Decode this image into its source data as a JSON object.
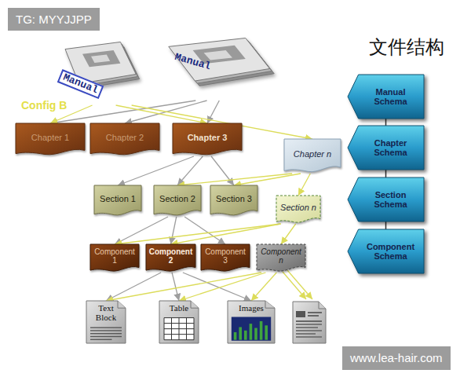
{
  "diagram": {
    "title": "文件结构",
    "nodes": [
      {
        "text": [
          "Manual"
        ]
      },
      {
        "text": [
          "Manual"
        ]
      },
      {
        "text": [
          "Chapter 1"
        ]
      },
      {
        "text": [
          "Chapter 2"
        ]
      },
      {
        "text": [
          "Chapter 3"
        ]
      },
      {
        "text": [
          "Chapter n"
        ]
      },
      {
        "text": [
          "Section 1"
        ]
      },
      {
        "text": [
          "Section 2"
        ]
      },
      {
        "text": [
          "Section 3"
        ]
      },
      {
        "text": [
          "Section n"
        ]
      },
      {
        "text": [
          "Component 1"
        ]
      },
      {
        "text": [
          "Component 2"
        ]
      },
      {
        "text": [
          "Component 3"
        ]
      },
      {
        "text": [
          "Component n"
        ]
      },
      {
        "text": [
          "Text Block"
        ]
      },
      {
        "text": [
          "Table"
        ]
      },
      {
        "text": [
          "Images"
        ]
      },
      {
        "text": [
          "Manual Schema"
        ]
      },
      {
        "text": [
          "Chapter Schema"
        ]
      },
      {
        "text": [
          "Section Schema"
        ]
      },
      {
        "text": [
          "Component Schema"
        ]
      }
    ],
    "edges": [
      {
        "from": 1,
        "to": 2,
        "arrow": "to"
      },
      {
        "from": 1,
        "to": 3,
        "arrow": "to"
      },
      {
        "from": 1,
        "to": 4,
        "arrow": "to"
      },
      {
        "from": 0,
        "to": 2,
        "arrow": "to"
      },
      {
        "from": 0,
        "to": 4,
        "arrow": "to"
      },
      {
        "from": 0,
        "to": 5,
        "arrow": "to"
      },
      {
        "from": 4,
        "to": 6,
        "arrow": "to"
      },
      {
        "from": 4,
        "to": 7,
        "arrow": "to"
      },
      {
        "from": 4,
        "to": 8,
        "arrow": "to"
      },
      {
        "from": 5,
        "to": 7,
        "arrow": "to"
      },
      {
        "from": 5,
        "to": 8,
        "arrow": "to"
      },
      {
        "from": 5,
        "to": 9,
        "arrow": "to"
      },
      {
        "from": 7,
        "to": 10,
        "arrow": "to"
      },
      {
        "from": 7,
        "to": 11,
        "arrow": "to"
      },
      {
        "from": 7,
        "to": 12,
        "arrow": "to"
      },
      {
        "from": 9,
        "to": 10,
        "arrow": "to"
      },
      {
        "from": 9,
        "to": 11,
        "arrow": "to"
      },
      {
        "from": 9,
        "to": 13,
        "arrow": "to"
      },
      {
        "from": 11,
        "to": 14,
        "arrow": "to"
      },
      {
        "from": 11,
        "to": 15,
        "arrow": "to"
      },
      {
        "from": 11,
        "to": 16,
        "arrow": "to"
      },
      {
        "from": 13,
        "to": 14,
        "arrow": "to"
      },
      {
        "from": 13,
        "to": 15,
        "arrow": "to"
      },
      {
        "from": 13,
        "to": 16,
        "arrow": "to"
      },
      {
        "from": 17,
        "to": 18,
        "arrow": "none"
      },
      {
        "from": 18,
        "to": 19,
        "arrow": "none"
      },
      {
        "from": 19,
        "to": 20,
        "arrow": "none"
      }
    ],
    "labels": [
      "TG: MYYJJPP",
      "Config B",
      "www.lea-hair.com"
    ]
  }
}
